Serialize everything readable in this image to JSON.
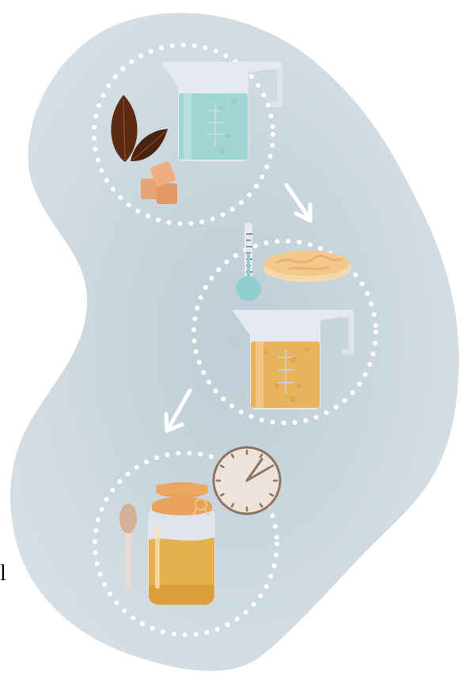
{
  "stray_text": "l",
  "colors": {
    "blob": "#cdd8df",
    "blob_center": "#bccbd4",
    "dots": "#ffffff",
    "arrow": "#ffffff",
    "jug_body": "#dfe3ec",
    "water": "#9fd6d3",
    "tea": "#e7b45c",
    "tea_leaf": "#5a2a12",
    "sugar": "#e8a06a",
    "thermometer": "#8fd0cf",
    "scoby": "#f2cf9a",
    "jar_lid": "#e8a25a",
    "jar_liquid": "#e6b04f",
    "spoon": "#d8b79a",
    "clock_face": "#ede3da",
    "clock_rim": "#8c7465"
  },
  "steps": [
    {
      "name": "brew-tea-step",
      "icons": [
        "tea-leaves-icon",
        "sugar-cubes-icon",
        "water-jug-icon"
      ]
    },
    {
      "name": "cool-and-add-scoby-step",
      "icons": [
        "thermometer-icon",
        "scoby-icon",
        "tea-jug-icon"
      ]
    },
    {
      "name": "ferment-step",
      "icons": [
        "spoon-icon",
        "kombucha-jar-icon",
        "clock-icon"
      ]
    }
  ],
  "clock_time": {
    "hour": 1,
    "minute": 10
  }
}
